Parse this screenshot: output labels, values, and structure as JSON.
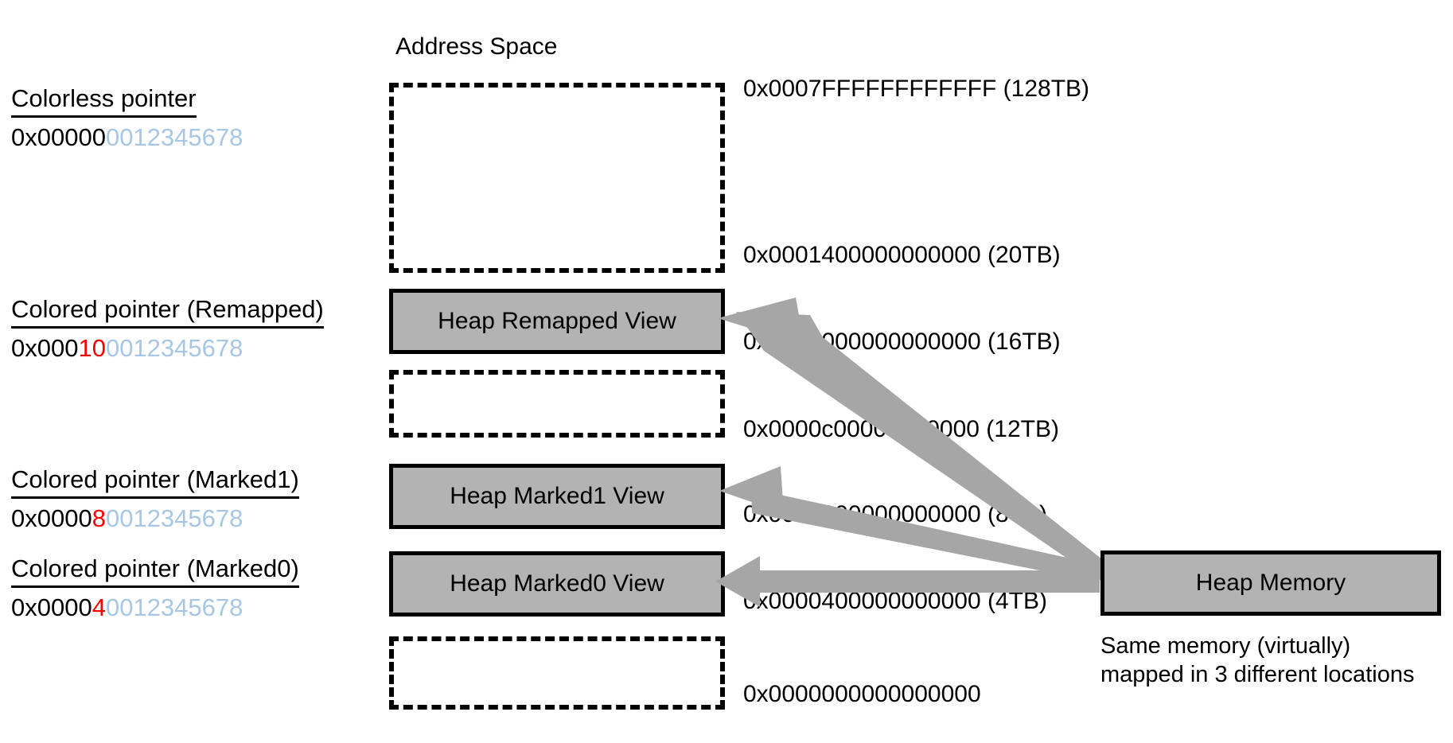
{
  "diagram": {
    "title": "Address Space",
    "pointer_legend": [
      {
        "label": "Colorless pointer",
        "value_prefix": "0x00000",
        "value_color_bits": "",
        "value_suffix": "0012345678"
      },
      {
        "label": "Colored pointer (Remapped)",
        "value_prefix": "0x000",
        "value_color_bits": "10",
        "value_suffix": "0012345678"
      },
      {
        "label": "Colored pointer (Marked1)",
        "value_prefix": "0x0000",
        "value_color_bits": "8",
        "value_suffix": "0012345678"
      },
      {
        "label": "Colored pointer (Marked0)",
        "value_prefix": "0x0000",
        "value_color_bits": "4",
        "value_suffix": "0012345678"
      }
    ],
    "address_regions": [
      {
        "kind": "unmapped",
        "label": ""
      },
      {
        "kind": "mapped",
        "label": "Heap Remapped View"
      },
      {
        "kind": "unmapped",
        "label": ""
      },
      {
        "kind": "mapped",
        "label": "Heap Marked1 View"
      },
      {
        "kind": "mapped",
        "label": "Heap Marked0 View"
      },
      {
        "kind": "unmapped",
        "label": ""
      }
    ],
    "address_ticks": [
      "0x0007FFFFFFFFFFFF (128TB)",
      "0x0001400000000000 (20TB)",
      "0x0001000000000000 (16TB)",
      "0x0000c00000000000 (12TB)",
      "0x0000800000000000 (8TB)",
      "0x0000400000000000 (4TB)",
      "0x0000000000000000"
    ],
    "heap_memory": {
      "label": "Heap Memory",
      "caption_line1": "Same memory (virtually)",
      "caption_line2": "mapped in 3 different locations"
    },
    "colors": {
      "color_bits": "#ff0000",
      "offset_bits": "#a8c6e6",
      "box_fill": "#b3b3b3",
      "outline": "#000000",
      "arrow": "#a6a6a6"
    }
  }
}
